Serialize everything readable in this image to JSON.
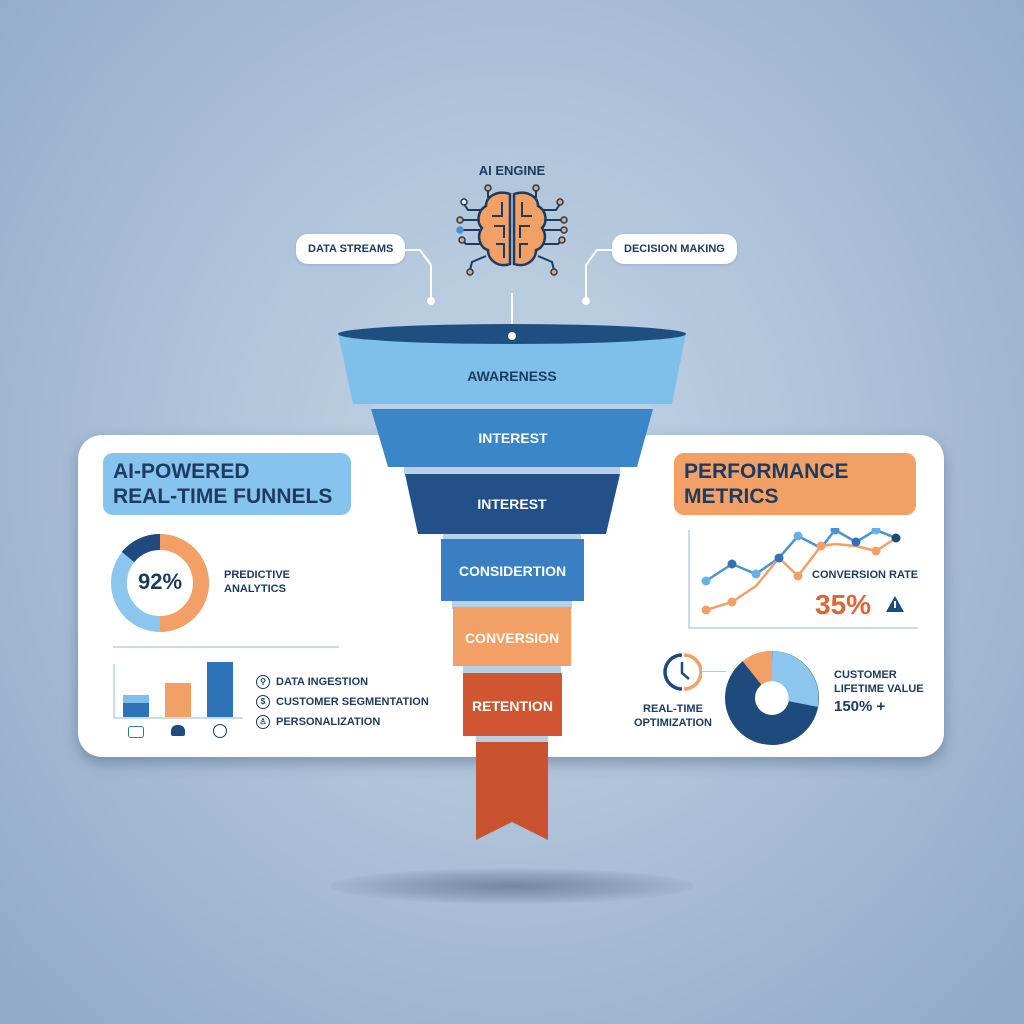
{
  "header": {
    "ai_engine_label": "AI ENGINE",
    "left_pill": "DATA STREAMS",
    "right_pill": "DECISION MAKING",
    "brain_icon": "brain-circuit-icon"
  },
  "funnel": {
    "stages": [
      {
        "label": "AWARENESS",
        "color": "#7fc0ea",
        "text_color": "#1d3a5f"
      },
      {
        "label": "INTEREST",
        "color": "#3a86c8",
        "text_color": "#ffffff"
      },
      {
        "label": "INTEREST",
        "color": "#22518a",
        "text_color": "#ffffff"
      },
      {
        "label": "CONSIDERTION",
        "color": "#3a7fc1",
        "text_color": "#ffffff"
      },
      {
        "label": "CONVERSION",
        "color": "#f3a066",
        "text_color": "#ffffff"
      },
      {
        "label": "RETENTION",
        "color": "#cf5630",
        "text_color": "#ffffff"
      }
    ],
    "rim_color": "#1f4f80",
    "ribbon_color": "#c9532f"
  },
  "left_panel": {
    "title_line1": "AI-POWERED",
    "title_line2": "REAL-TIME FUNNELS",
    "title_bg": "#86c3ee",
    "donut": {
      "value": "92%",
      "label_line1": "PREDICTIVE",
      "label_line2": "ANALYTICS",
      "segments": [
        {
          "name": "orange",
          "color": "#f3a066",
          "pct": 50
        },
        {
          "name": "light-blue",
          "color": "#8cc6ee",
          "pct": 37
        },
        {
          "name": "navy",
          "color": "#1f4a7d",
          "pct": 13
        }
      ]
    },
    "bar_chart": {
      "bars": [
        {
          "icon": "chat-icon",
          "height_pct": 30,
          "color": "#2e73b8",
          "cap_color": "#7fbfea"
        },
        {
          "icon": "basket-icon",
          "height_pct": 50,
          "color": "#f3a066"
        },
        {
          "icon": "search-person-icon",
          "height_pct": 100,
          "color": "#2e73b8"
        }
      ]
    },
    "features": [
      {
        "icon": "key-icon",
        "glyph": "⚲",
        "label": "DATA INGESTION"
      },
      {
        "icon": "dollar-icon",
        "glyph": "$",
        "label": "CUSTOMER SEGMENTATION"
      },
      {
        "icon": "person-icon",
        "glyph": "♙",
        "label": "PERSONALIZATION"
      }
    ]
  },
  "right_panel": {
    "title_line1": "PERFORMANCE",
    "title_line2": "METRICS",
    "title_bg": "#f3a066",
    "line_chart": {
      "label": "CONVERSION RATE",
      "value": "35%",
      "value_color": "#dc6636",
      "alert_icon": "warning-triangle-icon"
    },
    "optimization": {
      "icon": "clock-icon",
      "label_line1": "REAL-TIME",
      "label_line2": "OPTIMIZATION"
    },
    "clv": {
      "label_line1": "CUSTOMER",
      "label_line2": "LIFETIME VALUE",
      "value": "150% +",
      "segments": [
        {
          "name": "light-blue",
          "color": "#8cc6ee",
          "pct": 27
        },
        {
          "name": "navy",
          "color": "#1f4a7d",
          "pct": 63
        },
        {
          "name": "orange",
          "color": "#f3a066",
          "pct": 10
        }
      ]
    }
  },
  "chart_data": {
    "type": "line",
    "title": "Conversion Rate",
    "x": [
      1,
      2,
      3,
      4,
      5,
      6,
      7,
      8,
      9,
      10
    ],
    "series": [
      {
        "name": "blue",
        "values": [
          40,
          55,
          45,
          60,
          75,
          62,
          80,
          65,
          82,
          72
        ]
      },
      {
        "name": "orange",
        "values": [
          18,
          22,
          38,
          55,
          40,
          60,
          58,
          58,
          52,
          72
        ]
      }
    ],
    "annotation": "CONVERSION RATE 35%"
  }
}
